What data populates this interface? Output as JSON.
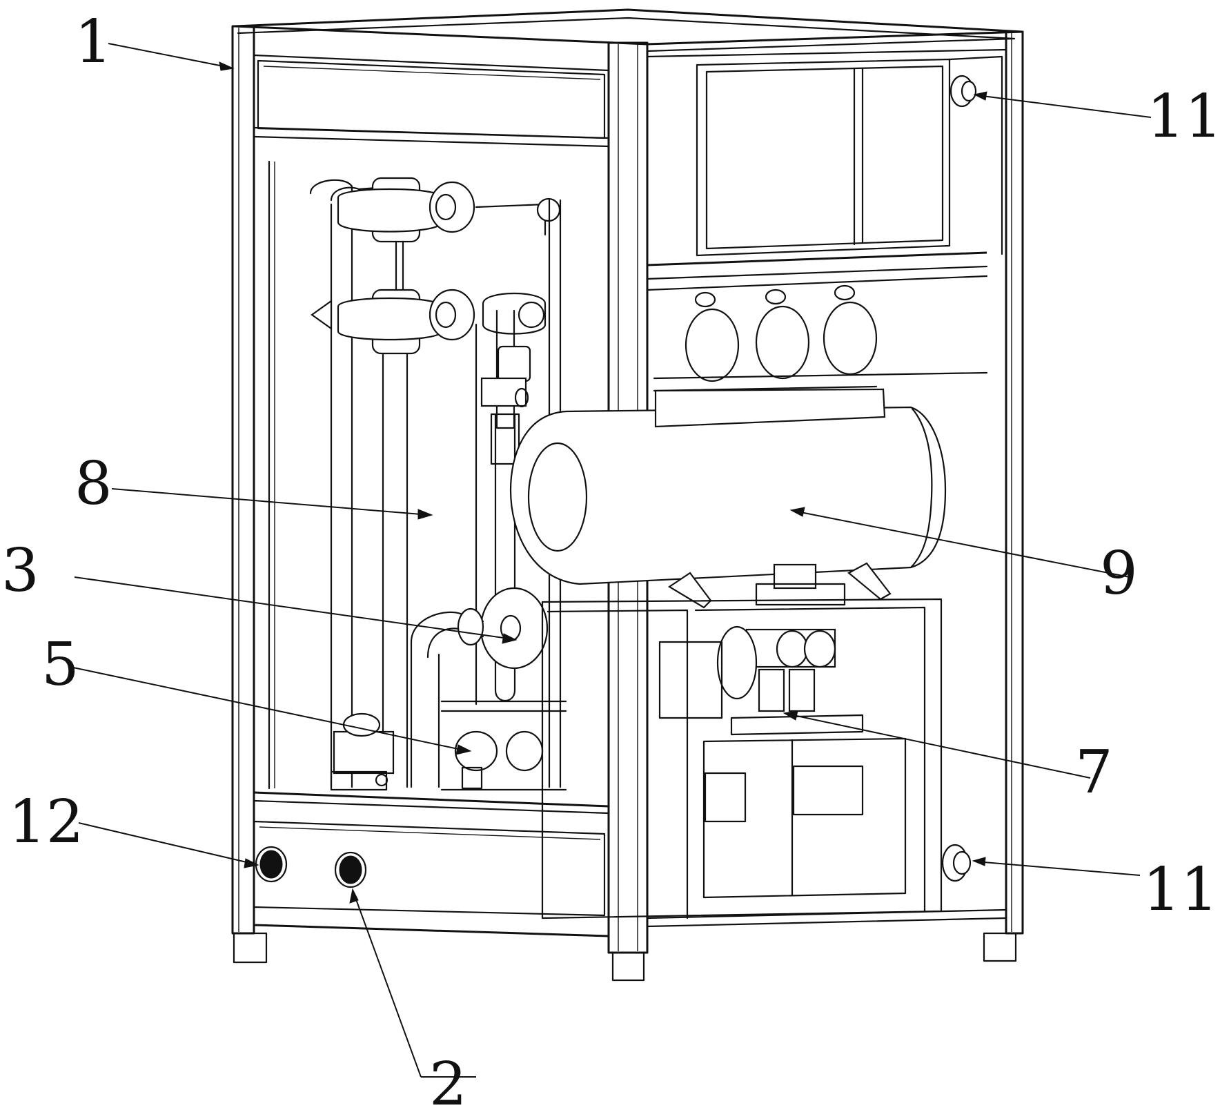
{
  "figure": {
    "labels": [
      {
        "id": "1",
        "text": "1"
      },
      {
        "id": "2",
        "text": "2"
      },
      {
        "id": "3",
        "text": "3"
      },
      {
        "id": "5",
        "text": "5"
      },
      {
        "id": "7",
        "text": "7"
      },
      {
        "id": "8",
        "text": "8"
      },
      {
        "id": "9",
        "text": "9"
      },
      {
        "id": "11a",
        "text": "11"
      },
      {
        "id": "11b",
        "text": "11"
      },
      {
        "id": "12",
        "text": "12"
      }
    ]
  }
}
